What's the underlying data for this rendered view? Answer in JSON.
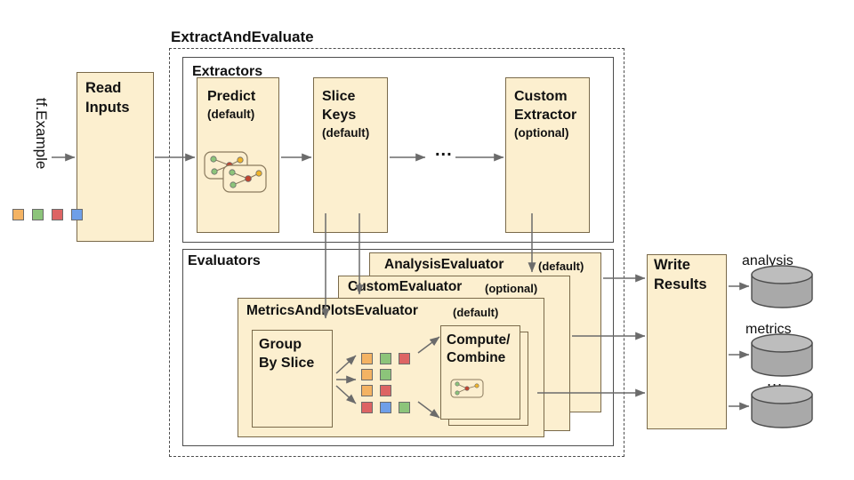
{
  "diagram": {
    "title_group": "ExtractAndEvaluate",
    "input_label": "tf.Example",
    "ellipsis": "...",
    "stages": {
      "read_inputs": {
        "line1": "Read",
        "line2": "Inputs"
      },
      "write_results": {
        "line1": "Write",
        "line2": "Results"
      }
    },
    "extractors": {
      "section_label": "Extractors",
      "items": [
        {
          "name": "Predict",
          "qualifier": "(default)",
          "line1": "Predict",
          "line2": ""
        },
        {
          "name": "Slice Keys",
          "qualifier": "(default)",
          "line1": "Slice",
          "line2": "Keys"
        },
        {
          "name": "Custom Extractor",
          "qualifier": "(optional)",
          "line1": "Custom",
          "line2": "Extractor"
        }
      ]
    },
    "evaluators": {
      "section_label": "Evaluators",
      "items": [
        {
          "name": "AnalysisEvaluator",
          "qualifier": "(default)"
        },
        {
          "name": "CustomEvaluator",
          "qualifier": "(optional)"
        },
        {
          "name": "MetricsAndPlotsEvaluator",
          "qualifier": "(default)"
        }
      ],
      "group_by_slice": {
        "line1": "Group",
        "line2": "By Slice"
      },
      "compute_combine": {
        "line1": "Compute/",
        "line2": "Combine"
      }
    },
    "outputs": [
      {
        "label": "analysis"
      },
      {
        "label": "metrics"
      },
      {
        "label": "..."
      }
    ],
    "swatches": {
      "input_row": [
        "orange",
        "green",
        "red",
        "blue"
      ],
      "slice_rows": [
        [
          "orange",
          "green",
          "red"
        ],
        [
          "orange",
          "green"
        ],
        [
          "orange",
          "red"
        ],
        [
          "red",
          "blue",
          "green"
        ]
      ]
    },
    "colors": {
      "orange": "#f4b363",
      "green": "#8cc47a",
      "red": "#dd6464",
      "blue": "#6f9fe8",
      "box_fill": "#fcefcf",
      "box_stroke": "#7a6a4a",
      "outline": "#4d4d4d",
      "arrow": "#6b6b6b",
      "cylinder": "#a9a9a9",
      "cylinder_top": "#bdbdbd"
    }
  }
}
